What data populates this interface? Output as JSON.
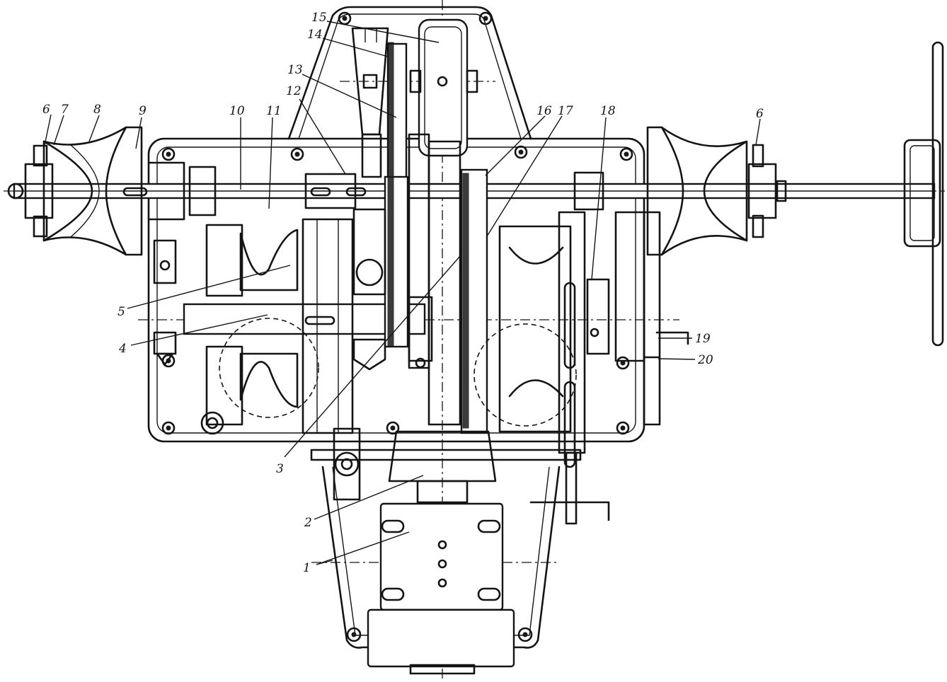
{
  "callouts": [
    "1",
    "2",
    "3",
    "4",
    "5",
    "6",
    "7",
    "8",
    "9",
    "10",
    "11",
    "12",
    "13",
    "14",
    "15",
    "16",
    "17",
    "18",
    "6",
    "19",
    "20"
  ],
  "colors": {
    "ink": "#141414",
    "paper": "#ffffff"
  }
}
